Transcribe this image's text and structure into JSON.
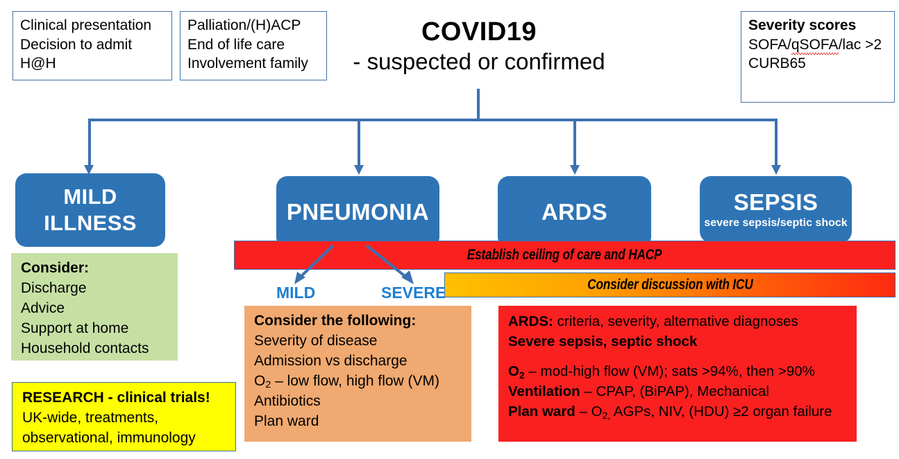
{
  "title": {
    "main": "COVID19",
    "sub": "- suspected or confirmed"
  },
  "top_notes": [
    {
      "name": "clinical-presentation-note",
      "lines": [
        "Clinical presentation",
        "Decision to admit",
        "H@H"
      ]
    },
    {
      "name": "palliation-note",
      "lines": [
        "Palliation/(H)ACP",
        "End of life care",
        "Involvement family"
      ]
    }
  ],
  "severity_scores": {
    "heading": "Severity scores",
    "line1_pre": "SOFA/",
    "line1_misspelled": "qSOFA",
    "line1_post": "/lac >2",
    "line2": "CURB65"
  },
  "categories": [
    {
      "name": "mild-illness",
      "title_line1": "MILD",
      "title_line2": "ILLNESS",
      "subtitle": ""
    },
    {
      "name": "pneumonia",
      "title_line1": "PNEUMONIA",
      "title_line2": "",
      "subtitle": ""
    },
    {
      "name": "ards",
      "title_line1": "ARDS",
      "title_line2": "",
      "subtitle": ""
    },
    {
      "name": "sepsis",
      "title_line1": "SEPSIS",
      "title_line2": "",
      "subtitle": "severe sepsis/septic shock"
    }
  ],
  "banners": {
    "ceiling": "Establish ceiling of care and HACP",
    "icu": "Consider discussion with ICU"
  },
  "branch_labels": {
    "mild": "MILD",
    "severe": "SEVERE"
  },
  "panels": {
    "green": {
      "heading": "Consider:",
      "lines": [
        "Discharge",
        "Advice",
        "Support at home",
        "Household contacts"
      ]
    },
    "yellow": {
      "heading": "RESEARCH - clinical trials!",
      "lines": [
        "UK-wide, treatments,",
        "observational, immunology"
      ]
    },
    "peach": {
      "heading": "Consider the following:",
      "lines": [
        "Severity of disease",
        "Admission vs discharge",
        "Antibiotics",
        "Plan ward"
      ],
      "oxygen_line_label": "O",
      "oxygen_line_sub": "2",
      "oxygen_line_rest": " – low flow, high flow (VM)"
    },
    "red": {
      "line1_bold": "ARDS:",
      "line1_rest": " criteria, severity, alternative diagnoses",
      "line2_bold": "Severe sepsis, septic shock",
      "line3_bold": "O",
      "line3_sub": "2",
      "line3_rest": " – mod-high flow (VM); sats >94%, then >90%",
      "line4_bold": "Ventilation",
      "line4_rest": " – CPAP, (BiPAP), Mechanical",
      "line5_bold": "Plan ward",
      "line5_mid": " – O",
      "line5_sub": "2,",
      "line5_rest": " AGPs, NIV, (HDU) ≥2 organ failure"
    }
  },
  "colors": {
    "blue_box": "#2E74B5",
    "connector_blue": "#3C72B0",
    "banner_red": "#FA2020",
    "banner_orange_start": "#FFC000",
    "panel_green": "#C6E0A4",
    "panel_yellow": "#FFFF00",
    "panel_peach": "#F0A970",
    "label_blue": "#1F7FD0"
  }
}
